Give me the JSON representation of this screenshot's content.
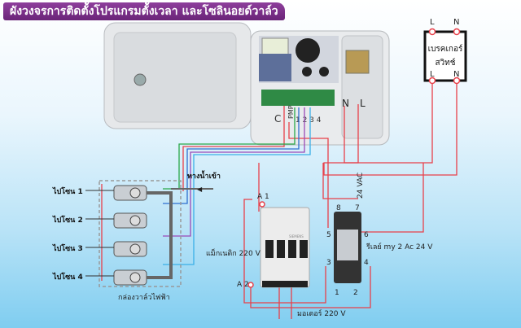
{
  "title": "ผังวงจรการติดตั้งโปรแกรมตั้งเวลา และโซลินอยด์วาล์ว",
  "controller": {
    "terminal_c": "C",
    "terminal_pmp": "PMP",
    "terminals_zone": "1 2 3 4",
    "terminal_n": "N",
    "terminal_l": "L"
  },
  "breaker": {
    "line1": "เบรคเกอร์",
    "line2": "สวิทช์",
    "top_l": "L",
    "top_n": "N",
    "bottom_l": "L",
    "bottom_n": "N"
  },
  "valve_box": {
    "zones": [
      "ไปโซน 1",
      "ไปโซน 2",
      "ไปโซน 3",
      "ไปโซน 4"
    ],
    "water_inlet": "ทางน้ำเข้า",
    "caption": "กล่องวาล์วไฟฟ้า"
  },
  "contactor": {
    "label": "แม็กเนติก 220 V",
    "a1": "A 1",
    "a2": "A 2",
    "motor": "มอเตอร์  220 V",
    "brand": "SIEMENS"
  },
  "relay": {
    "label": "รีเลย์ my 2  Ac 24 V",
    "pins": [
      "1",
      "2",
      "3",
      "4",
      "5",
      "6",
      "7",
      "8"
    ],
    "voltage": "24 VAC"
  },
  "colors": {
    "title_bg": "#7b2f8a",
    "wire_red": "#e8404a",
    "wire_green": "#2aa84a",
    "wire_blue": "#2f6fd0",
    "wire_purple": "#9a49b8",
    "wire_cyan": "#3bb0e8"
  }
}
